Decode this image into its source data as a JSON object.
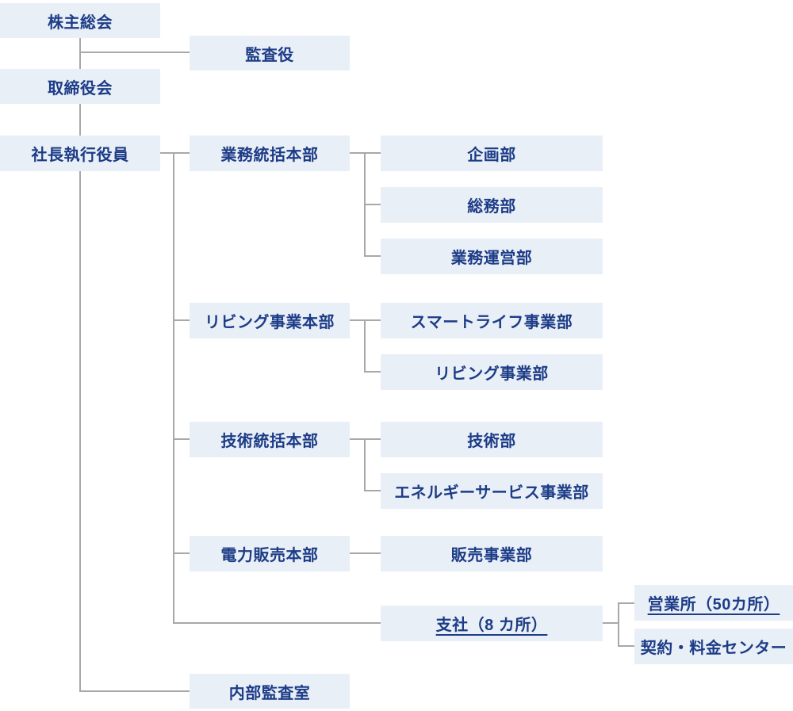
{
  "chart": {
    "type": "org-chart",
    "nodes": {
      "shareholders_meeting": {
        "label": "株主総会",
        "level": 1
      },
      "auditor": {
        "label": "監査役",
        "level": 2
      },
      "board_of_directors": {
        "label": "取締役会",
        "level": 2
      },
      "president_executive_officer": {
        "label": "社長執行役員",
        "level": 3
      },
      "business_administration_hq": {
        "label": "業務統括本部",
        "parent": "社長執行役員"
      },
      "planning_dept": {
        "label": "企画部",
        "parent": "業務統括本部"
      },
      "general_affairs_dept": {
        "label": "総務部",
        "parent": "業務統括本部"
      },
      "business_operations_dept": {
        "label": "業務運営部",
        "parent": "業務統括本部"
      },
      "living_business_hq": {
        "label": "リビング事業本部",
        "parent": "社長執行役員"
      },
      "smart_life_business_dept": {
        "label": "スマートライフ事業部",
        "parent": "リビング事業本部"
      },
      "living_business_dept": {
        "label": "リビング事業部",
        "parent": "リビング事業本部"
      },
      "technology_hq": {
        "label": "技術統括本部",
        "parent": "社長執行役員"
      },
      "technology_dept": {
        "label": "技術部",
        "parent": "技術統括本部"
      },
      "energy_service_business_dept": {
        "label": "エネルギーサービス事業部",
        "parent": "技術統括本部"
      },
      "power_sales_hq": {
        "label": "電力販売本部",
        "parent": "社長執行役員"
      },
      "sales_business_dept": {
        "label": "販売事業部",
        "parent": "電力販売本部"
      },
      "branches": {
        "label": "支社（8 カ所）",
        "parent": "社長執行役員",
        "link": true
      },
      "sales_offices": {
        "label": "営業所（50カ所）",
        "parent": "支社（8 カ所）",
        "link": true
      },
      "contract_fee_center": {
        "label": "契約・料金センター",
        "parent": "支社（8 カ所）"
      },
      "internal_audit_office": {
        "label": "内部監査室",
        "parent": "社長執行役員"
      }
    },
    "colors": {
      "node_background": "#e9eff7",
      "node_text": "#1d3c87",
      "connector": "#a8a8a8",
      "page_background": "#ffffff"
    }
  }
}
